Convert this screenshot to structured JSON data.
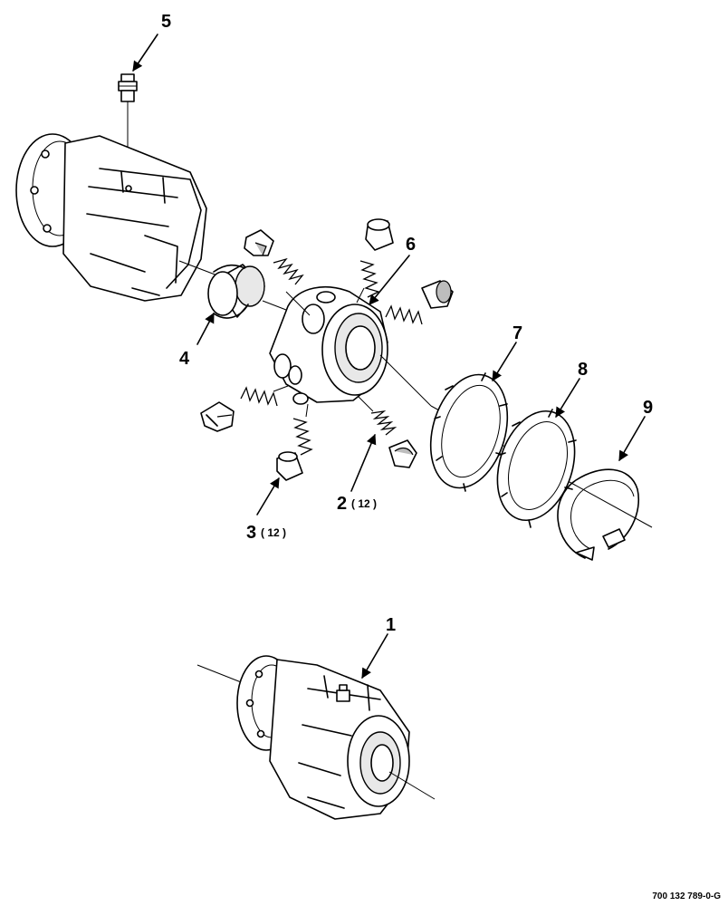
{
  "callouts": [
    {
      "id": "c1",
      "number": "1",
      "qty": ""
    },
    {
      "id": "c2",
      "number": "2",
      "qty": "( 12 )"
    },
    {
      "id": "c3",
      "number": "3",
      "qty": "( 12 )"
    },
    {
      "id": "c4",
      "number": "4",
      "qty": ""
    },
    {
      "id": "c5",
      "number": "5",
      "qty": ""
    },
    {
      "id": "c6",
      "number": "6",
      "qty": ""
    },
    {
      "id": "c7",
      "number": "7",
      "qty": ""
    },
    {
      "id": "c8",
      "number": "8",
      "qty": ""
    },
    {
      "id": "c9",
      "number": "9",
      "qty": ""
    }
  ],
  "figure_id": "700 132 789-0-G",
  "colors": {
    "ink": "#000000",
    "paper": "#ffffff",
    "shade": "#bdbdbd"
  }
}
